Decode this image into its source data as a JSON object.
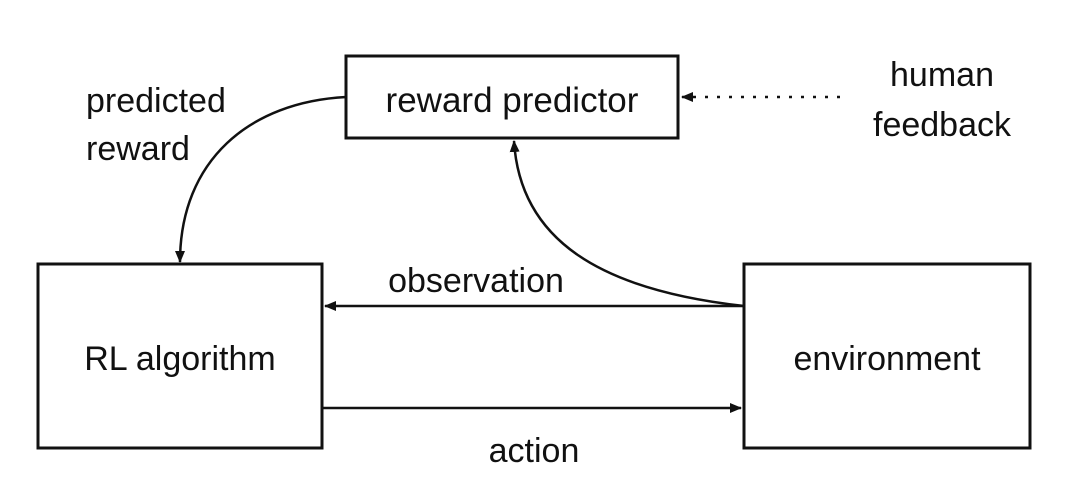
{
  "boxes": {
    "reward_predictor": "reward predictor",
    "rl_algorithm": "RL algorithm",
    "environment": "environment"
  },
  "edges": {
    "predicted_reward": [
      "predicted",
      "reward"
    ],
    "human_feedback": [
      "human",
      "feedback"
    ],
    "observation": "observation",
    "action": "action"
  },
  "colors": {
    "stroke": "#111111",
    "background": "#ffffff"
  }
}
